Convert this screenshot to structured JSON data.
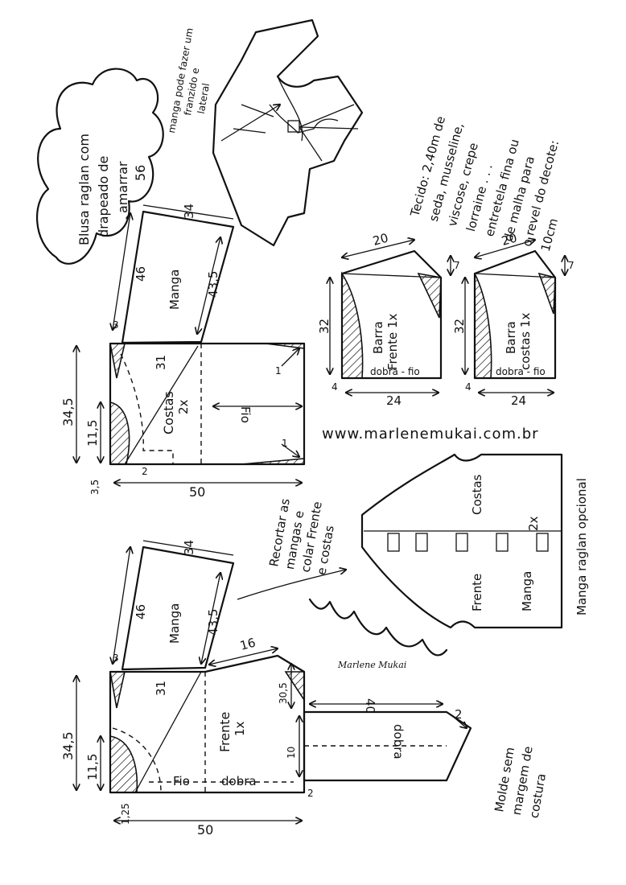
{
  "title_cloud": {
    "line1": "Blusa raglan com",
    "line2": "drapeado de",
    "line3": "amarrar",
    "number": "56"
  },
  "sketch_note": {
    "line1": "manga pode fazer um",
    "line2": "franzido e",
    "line3": "lateral"
  },
  "fabric_note": {
    "lines": [
      "Tecido: 2,40m de",
      "seda, musseline,",
      "viscose, crepe",
      "lorraine . . .",
      "entretela fina ou",
      "de malha para",
      "o revel do decote:",
      "10cm"
    ]
  },
  "website": "www.marlenemukai.com.br",
  "top_pattern": {
    "piece_label": "Costas",
    "piece_count": "2x",
    "grain": "Fio",
    "sleeve_label": "Manga",
    "dims": {
      "width": "50",
      "height": "34,5",
      "neck_depth": "11,5",
      "raglan": "31",
      "sleeve_left": "46",
      "sleeve_right": "43,5",
      "sleeve_top": "34",
      "small3": "3",
      "small35": "3,5",
      "small2": "2",
      "side1a": "1",
      "side1b": "1"
    }
  },
  "bottom_pattern": {
    "piece_label": "Frente",
    "piece_count": "1x",
    "grain": "Fio",
    "fold": "dobra",
    "sleeve_label": "Manga",
    "dims": {
      "width": "50",
      "height": "34,5",
      "neck_depth": "11,5",
      "raglan": "31",
      "sleeve_left": "46",
      "sleeve_right": "43,5",
      "sleeve_top": "34",
      "small3": "3",
      "small125": "1,25",
      "small2": "2",
      "drape_top": "16",
      "drape_side": "30,5",
      "drape_inner": "10"
    },
    "tie": {
      "length": "40",
      "end": "2",
      "fold": "dobra"
    }
  },
  "band_front": {
    "label": "Barra",
    "sub": "Frente 1x",
    "fold": "dobra - fio",
    "top": "20",
    "side": "32",
    "right": "7",
    "bottom": "24",
    "corner": "4"
  },
  "band_back": {
    "label": "Barra",
    "sub": "costas 1x",
    "fold": "dobra - fio",
    "top": "20",
    "side": "32",
    "right": "7",
    "bottom": "24",
    "corner": "4"
  },
  "cut_note": {
    "lines": [
      "Recortar as",
      "mangas e",
      "colar Frente",
      "e costas"
    ]
  },
  "optional_raglan": {
    "title": "Manga raglan opcional",
    "back": "Costas",
    "back_count": "2x",
    "front": "Frente",
    "sleeve": "Manga"
  },
  "signature": "Marlene Mukai",
  "seam_note": {
    "lines": [
      "Molde sem",
      "margem de",
      "costura"
    ]
  }
}
